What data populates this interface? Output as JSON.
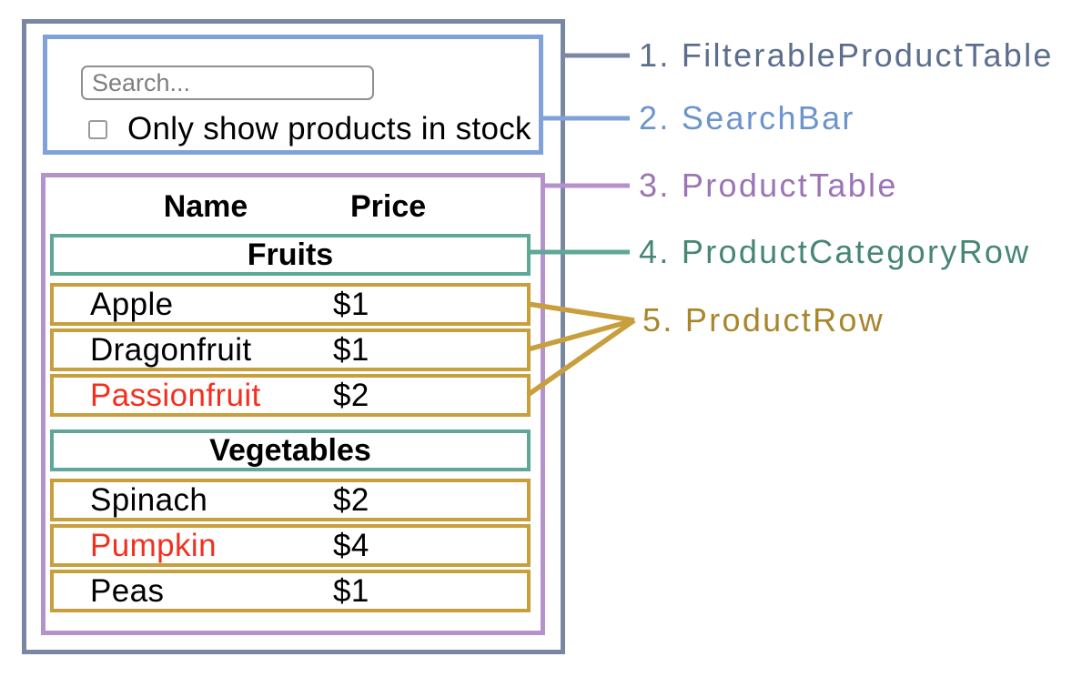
{
  "components": [
    {
      "number": "1.",
      "name": "FilterableProductTable",
      "label": "1. FilterableProductTable",
      "border_color": "#7A87A3",
      "text_color": "#5C6E8E"
    },
    {
      "number": "2.",
      "name": "SearchBar",
      "label": "2. SearchBar",
      "border_color": "#7FA3D9",
      "text_color": "#6D94CB"
    },
    {
      "number": "3.",
      "name": "ProductTable",
      "label": "3. ProductTable",
      "border_color": "#B592CB",
      "text_color": "#9B74B6"
    },
    {
      "number": "4.",
      "name": "ProductCategoryRow",
      "label": "4. ProductCategoryRow",
      "border_color": "#5FA796",
      "text_color": "#478677"
    },
    {
      "number": "5.",
      "name": "ProductRow",
      "label": "5. ProductRow",
      "border_color": "#C89F3D",
      "text_color": "#A8862C"
    }
  ],
  "search_bar": {
    "input_placeholder": "Search...",
    "input_value": "",
    "checkbox_label": "Only show products in stock",
    "checkbox_checked": false
  },
  "product_table": {
    "columns": [
      "Name",
      "Price"
    ],
    "out_of_stock_color": "#F3301F",
    "sections": [
      {
        "category": "Fruits",
        "rows": [
          {
            "name": "Apple",
            "price": "$1",
            "out_of_stock": false
          },
          {
            "name": "Dragonfruit",
            "price": "$1",
            "out_of_stock": false
          },
          {
            "name": "Passionfruit",
            "price": "$2",
            "out_of_stock": true
          }
        ]
      },
      {
        "category": "Vegetables",
        "rows": [
          {
            "name": "Spinach",
            "price": "$2",
            "out_of_stock": false
          },
          {
            "name": "Pumpkin",
            "price": "$4",
            "out_of_stock": true
          },
          {
            "name": "Peas",
            "price": "$1",
            "out_of_stock": false
          }
        ]
      }
    ]
  }
}
